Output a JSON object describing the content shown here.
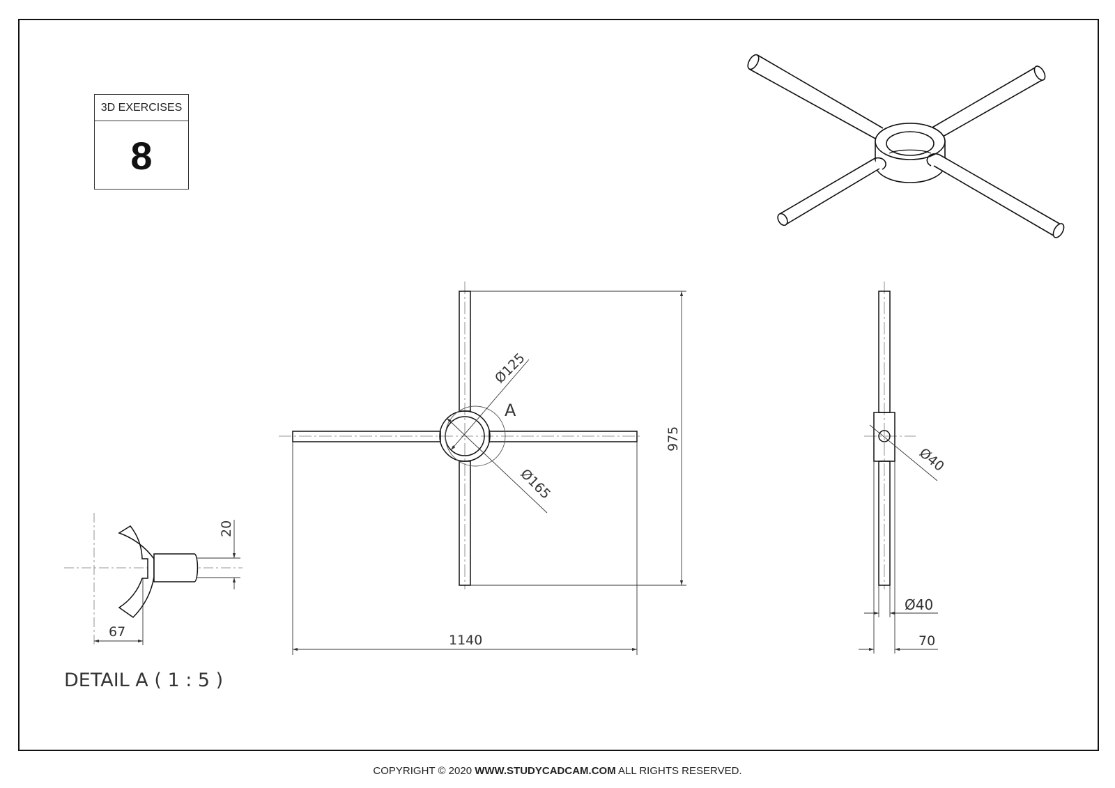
{
  "exercise": {
    "label": "3D EXERCISES",
    "number": "8"
  },
  "dimensions": {
    "overall_width": "1140",
    "overall_height": "975",
    "inner_diameter": "Ø125",
    "outer_diameter": "Ø165",
    "detail_marker": "A",
    "side_hole_diameter": "Ø40",
    "side_rod_diameter": "Ø40",
    "side_hub_width": "70",
    "detail_depth": "20",
    "detail_offset": "67"
  },
  "detail_title": "DETAIL A ( 1 : 5 )",
  "footer": {
    "prefix": "COPYRIGHT © 2020 ",
    "site": "WWW.STUDYCADCAM.COM",
    "suffix": " ALL RIGHTS RESERVED."
  }
}
